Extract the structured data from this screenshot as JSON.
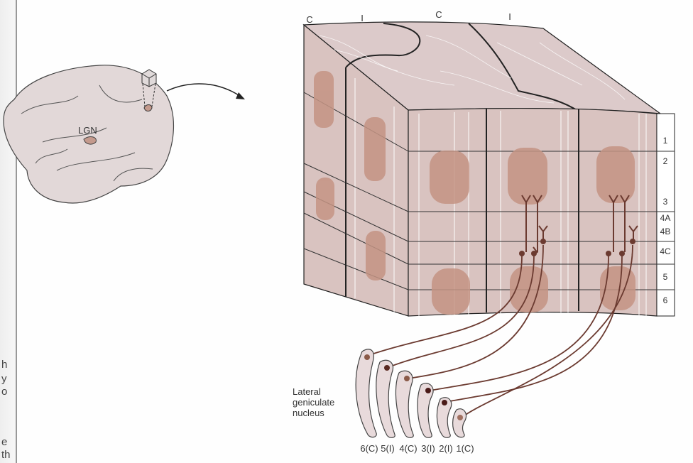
{
  "brain": {
    "lgn_label": "LGN"
  },
  "column_labels": [
    "C",
    "I",
    "C",
    "I"
  ],
  "layer_labels": [
    "1",
    "2",
    "3",
    "4A",
    "4B",
    "4C",
    "5",
    "6"
  ],
  "lgn": {
    "title_lines": [
      "Lateral",
      "geniculate",
      "nucleus"
    ],
    "layer_labels": [
      "6(C)",
      "5(I)",
      "4(C)",
      "3(I)",
      "2(I)",
      "1(C)"
    ]
  },
  "margin_fragments": [
    "h",
    "y",
    "o",
    "e",
    "th"
  ],
  "colors": {
    "tissue": "#d9c3c0",
    "patch": "#c49484",
    "fiber": "#6b3a30",
    "lgn_fill": "#e8dadb"
  }
}
